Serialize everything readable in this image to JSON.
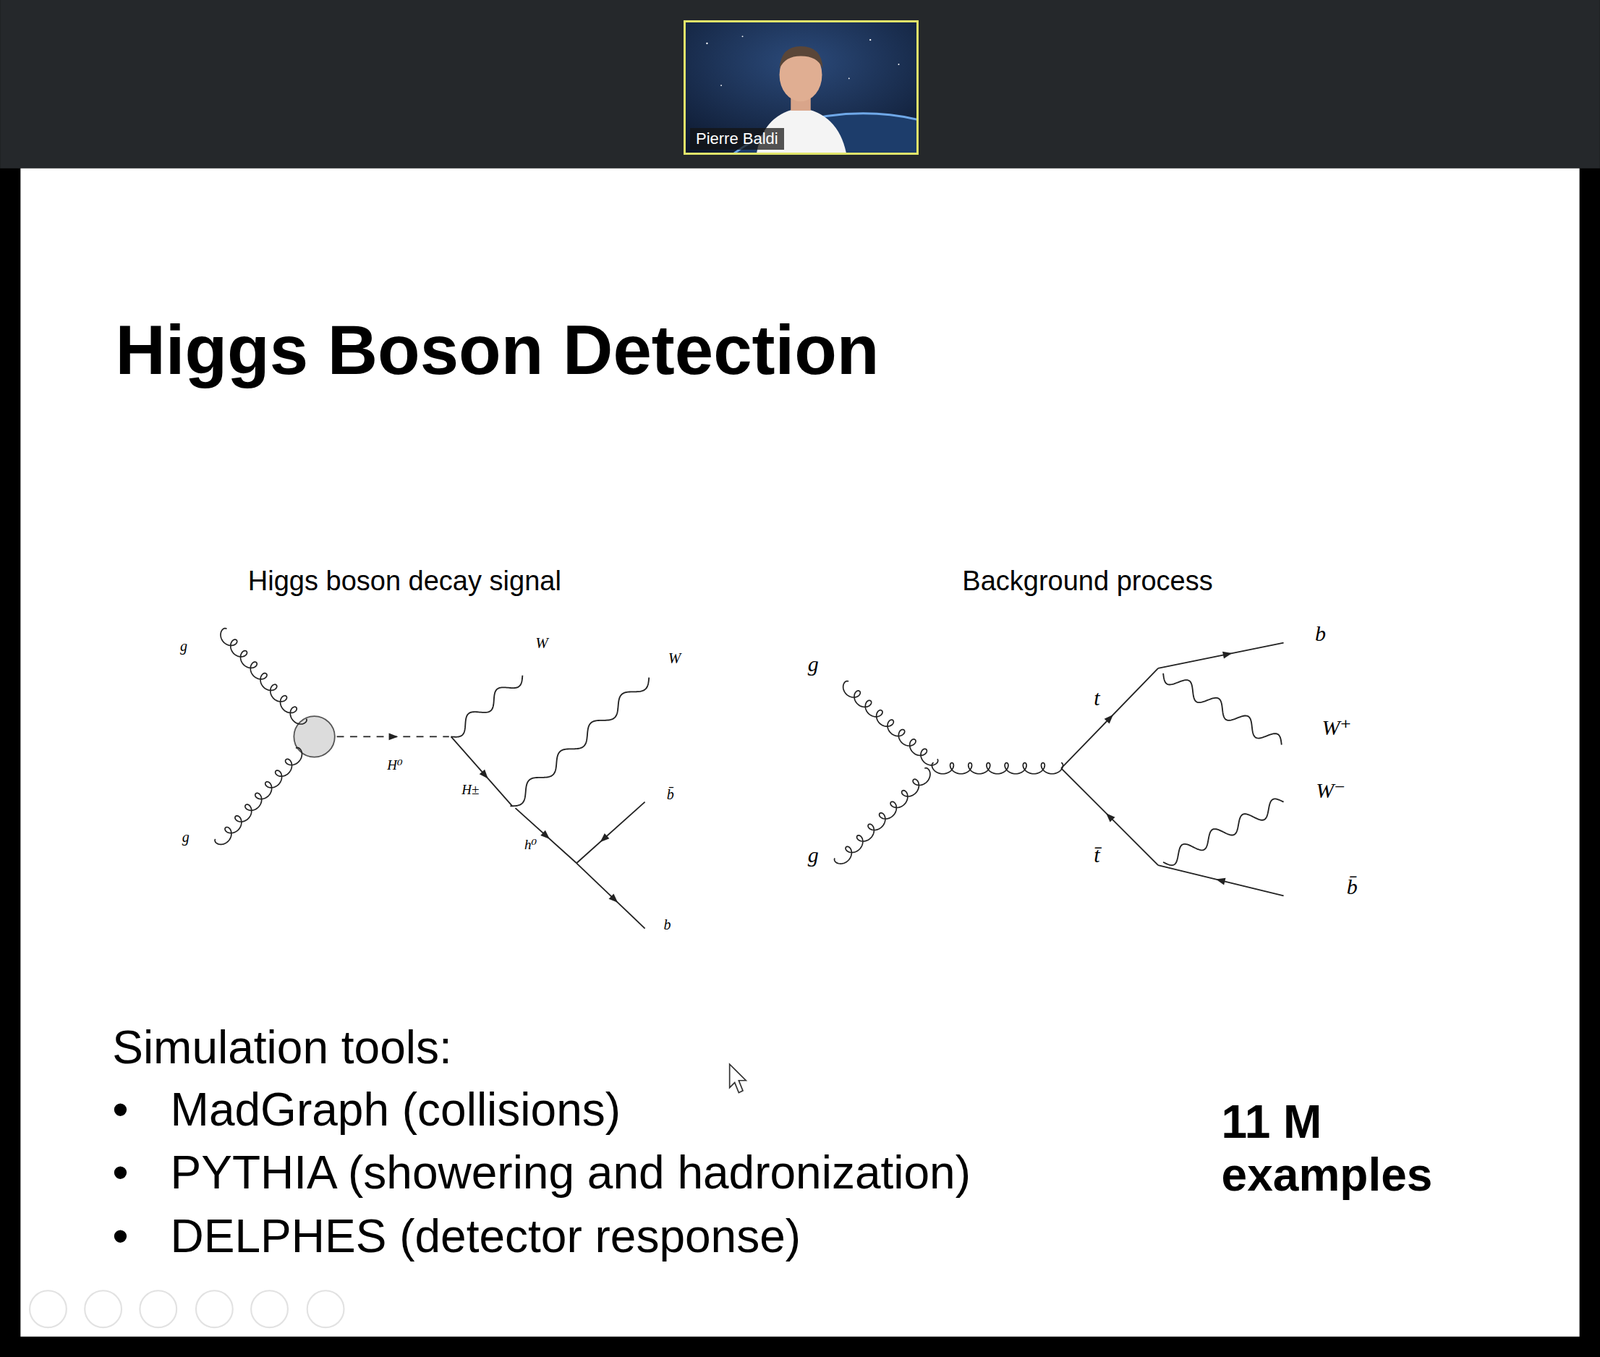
{
  "diagram": {
    "title": "Higgs Boson Detection",
    "nodes": [
      {
        "text": [
          "Pierre Baldi"
        ]
      }
    ],
    "labels": [
      "Higgs boson decay signal",
      "Background process",
      "g",
      "g",
      "W",
      "W",
      "H⁰",
      "H±",
      "h⁰",
      "b̄",
      "b",
      "g",
      "g",
      "t",
      "t̄",
      "b",
      "W⁺",
      "W⁻",
      "b̄",
      "Simulation tools:",
      "•",
      "MadGraph (collisions)",
      "•",
      "PYTHIA (showering and hadronization)",
      "•",
      "DELPHES (detector response)",
      "11 M examples"
    ]
  }
}
